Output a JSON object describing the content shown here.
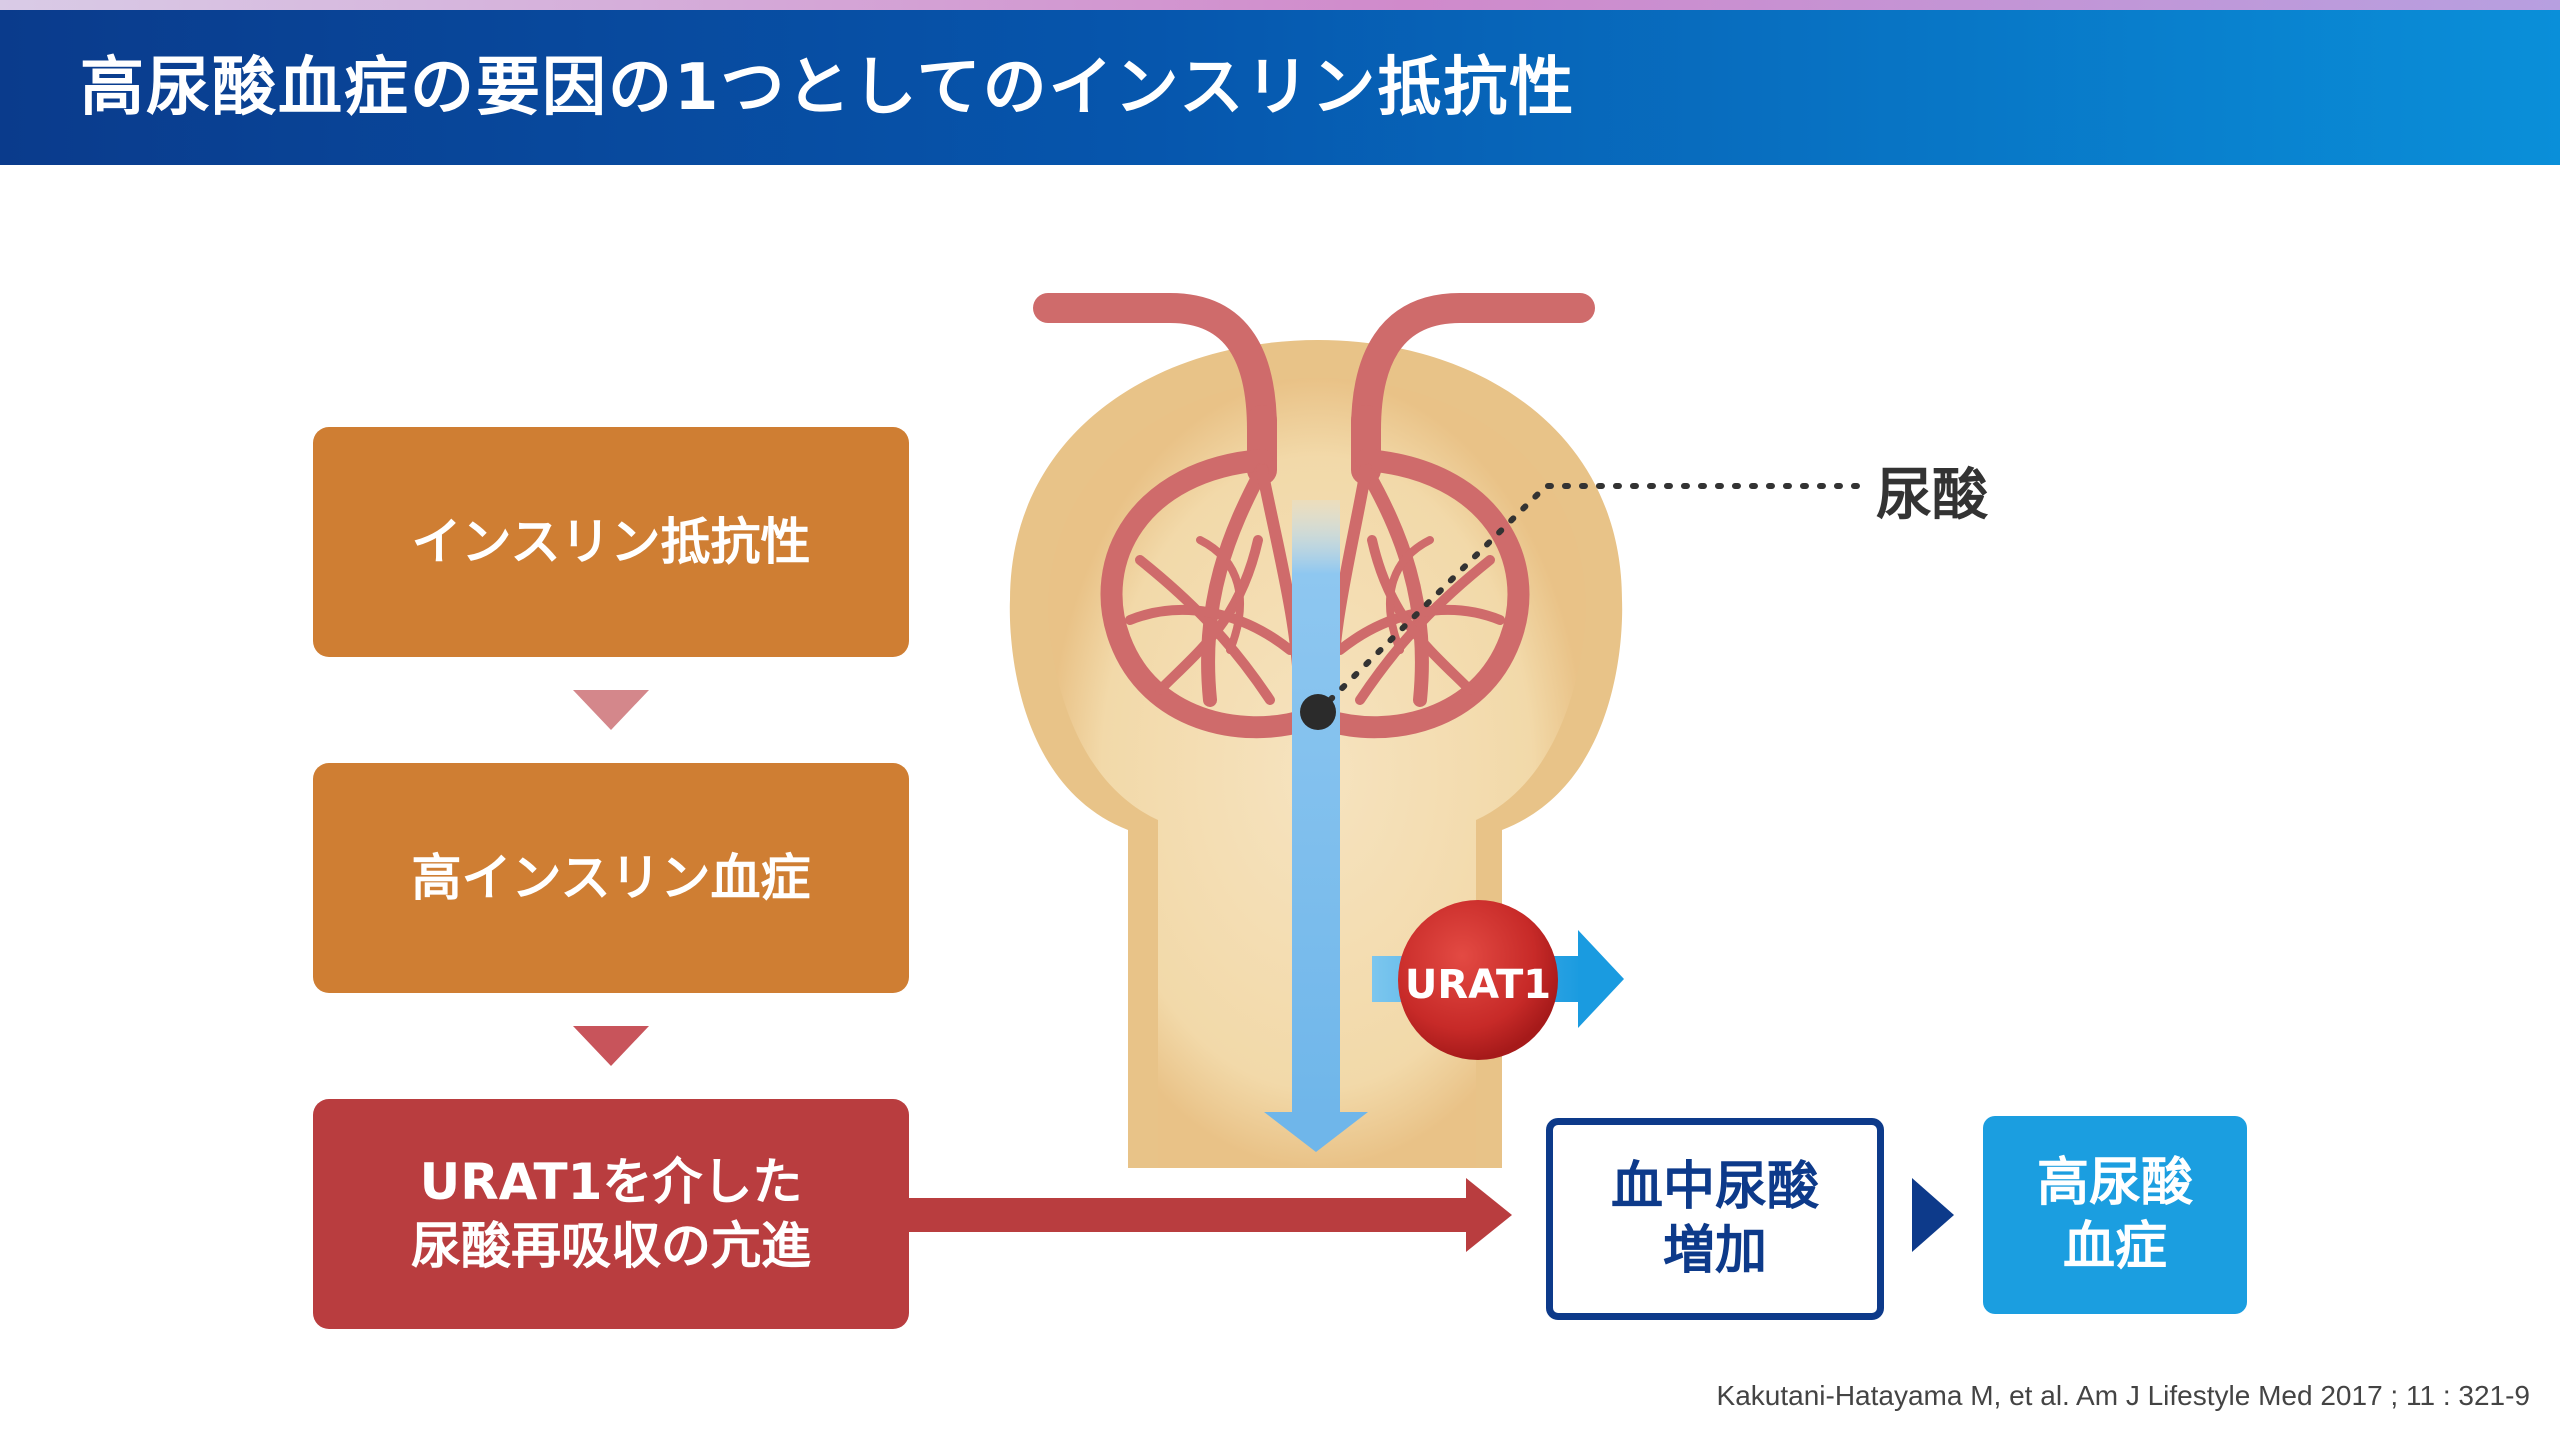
{
  "header": {
    "title": "高尿酸血症の要因の1つとしてのインスリン抵抗性"
  },
  "flow": {
    "step1": "インスリン抵抗性",
    "step2": "高インスリン血症",
    "step3_line1": "URAT1を介した",
    "step3_line2": "尿酸再吸収の亢進"
  },
  "diagram": {
    "uric_acid_label": "尿酸",
    "transporter_label": "URAT1"
  },
  "outcomes": {
    "blood_uric_line1": "血中尿酸",
    "blood_uric_line2": "増加",
    "hyperuricemia_line1": "高尿酸",
    "hyperuricemia_line2": "血症"
  },
  "citation": "Kakutani-Hatayama M, et al. Am J Lifestyle Med 2017 ; 11 : 321-9",
  "colors": {
    "header_start": "#0a3b8c",
    "header_end": "#0a8fd9",
    "orange_box": "#cf7e33",
    "red_box": "#b93d3f",
    "navy": "#0d3a8a",
    "light_blue": "#1b9ee0",
    "vessel": "#cf6b6b",
    "capsule": "#f3ddb2"
  }
}
